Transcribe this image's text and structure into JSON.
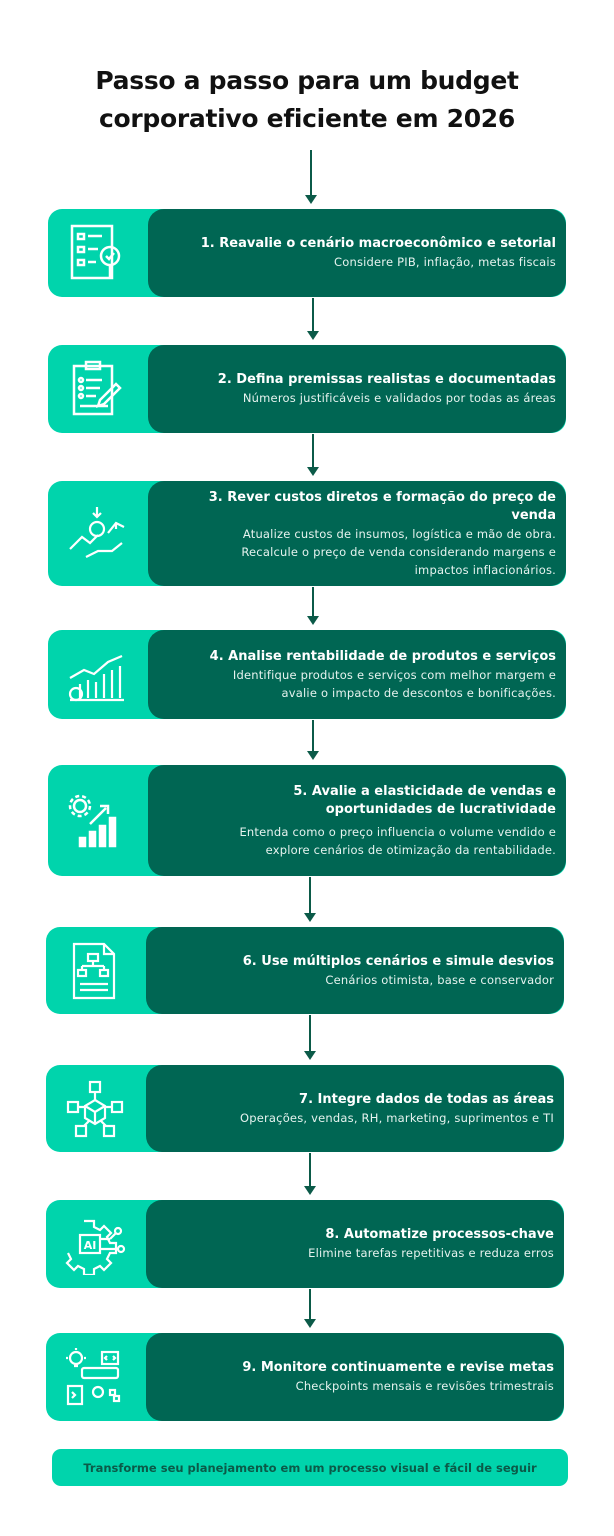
{
  "title": {
    "line1": "Passo a passo para um budget",
    "line2": "corporativo eficiente em 2026"
  },
  "colors": {
    "accent": "#00d4ac",
    "panel": "#006653",
    "arrow": "#0b5a48"
  },
  "steps": [
    {
      "icon": "checklist-magnifier-icon",
      "title": "1. Reavalie o cenário macroeconômico e setorial",
      "desc": [
        "Considere PIB, inflação, metas fiscais"
      ]
    },
    {
      "icon": "clipboard-pencil-icon",
      "title": "2. Defina premissas realistas e documentadas",
      "desc": [
        "Números justificáveis e validados por todas as áreas"
      ]
    },
    {
      "icon": "money-growth-hand-icon",
      "title": "3. Rever custos diretos e formação do preço de venda",
      "desc": [
        "Atualize custos de insumos, logística e mão de obra.",
        "Recalcule o preço de venda considerando margens e",
        "impactos inflacionários."
      ]
    },
    {
      "icon": "profit-chart-coins-icon",
      "title": "4. Analise rentabilidade de produtos e serviços",
      "desc": [
        "Identifique produtos e serviços com melhor margem e",
        "avalie o impacto de descontos e bonificações."
      ]
    },
    {
      "icon": "gear-growth-chart-icon",
      "title": [
        "5. Avalie a elasticidade de vendas e",
        "oportunidades de lucratividade"
      ],
      "desc": [
        "Entenda como o preço influencia o volume vendido e",
        "explore cenários de otimização da rentabilidade."
      ]
    },
    {
      "icon": "document-flowchart-icon",
      "title": "6. Use múltiplos cenários e simule desvios",
      "desc": [
        "Cenários otimista, base e conservador"
      ]
    },
    {
      "icon": "network-cubes-icon",
      "title": "7. Integre dados de todas as áreas",
      "desc": [
        "Operações, vendas, RH, marketing, suprimentos e TI"
      ]
    },
    {
      "icon": "ai-gear-icon",
      "title": "8. Automatize processos-chave",
      "desc": [
        "Elimine tarefas repetitivas e reduza erros"
      ]
    },
    {
      "icon": "monitor-code-icon",
      "title": "9. Monitore continuamente e revise metas",
      "desc": [
        "Checkpoints mensais e revisões trimestrais"
      ]
    }
  ],
  "footer": "Transforme seu planejamento em um processo visual e fácil de seguir"
}
